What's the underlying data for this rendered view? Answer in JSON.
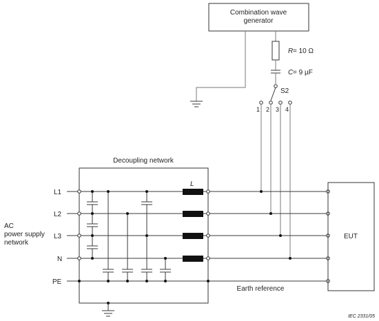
{
  "generator": {
    "label_line1": "Combination wave",
    "label_line2": "generator"
  },
  "resistor": {
    "symbol": "R",
    "value": " = 10 Ω"
  },
  "capacitor": {
    "symbol": "C",
    "value": " = 9 µF"
  },
  "switch": {
    "label": "S2",
    "positions": [
      "1",
      "2",
      "3",
      "4"
    ]
  },
  "decoupling": {
    "title": "Decoupling network",
    "inductor_label": "L"
  },
  "lines": [
    "L1",
    "L2",
    "L3",
    "N",
    "PE"
  ],
  "source": {
    "line1": "AC",
    "line2": "power supply",
    "line3": "network"
  },
  "eut": {
    "label": "EUT"
  },
  "earth_reference": {
    "label": "Earth reference"
  },
  "figure_ref": {
    "text": "IEC   2331/05"
  }
}
